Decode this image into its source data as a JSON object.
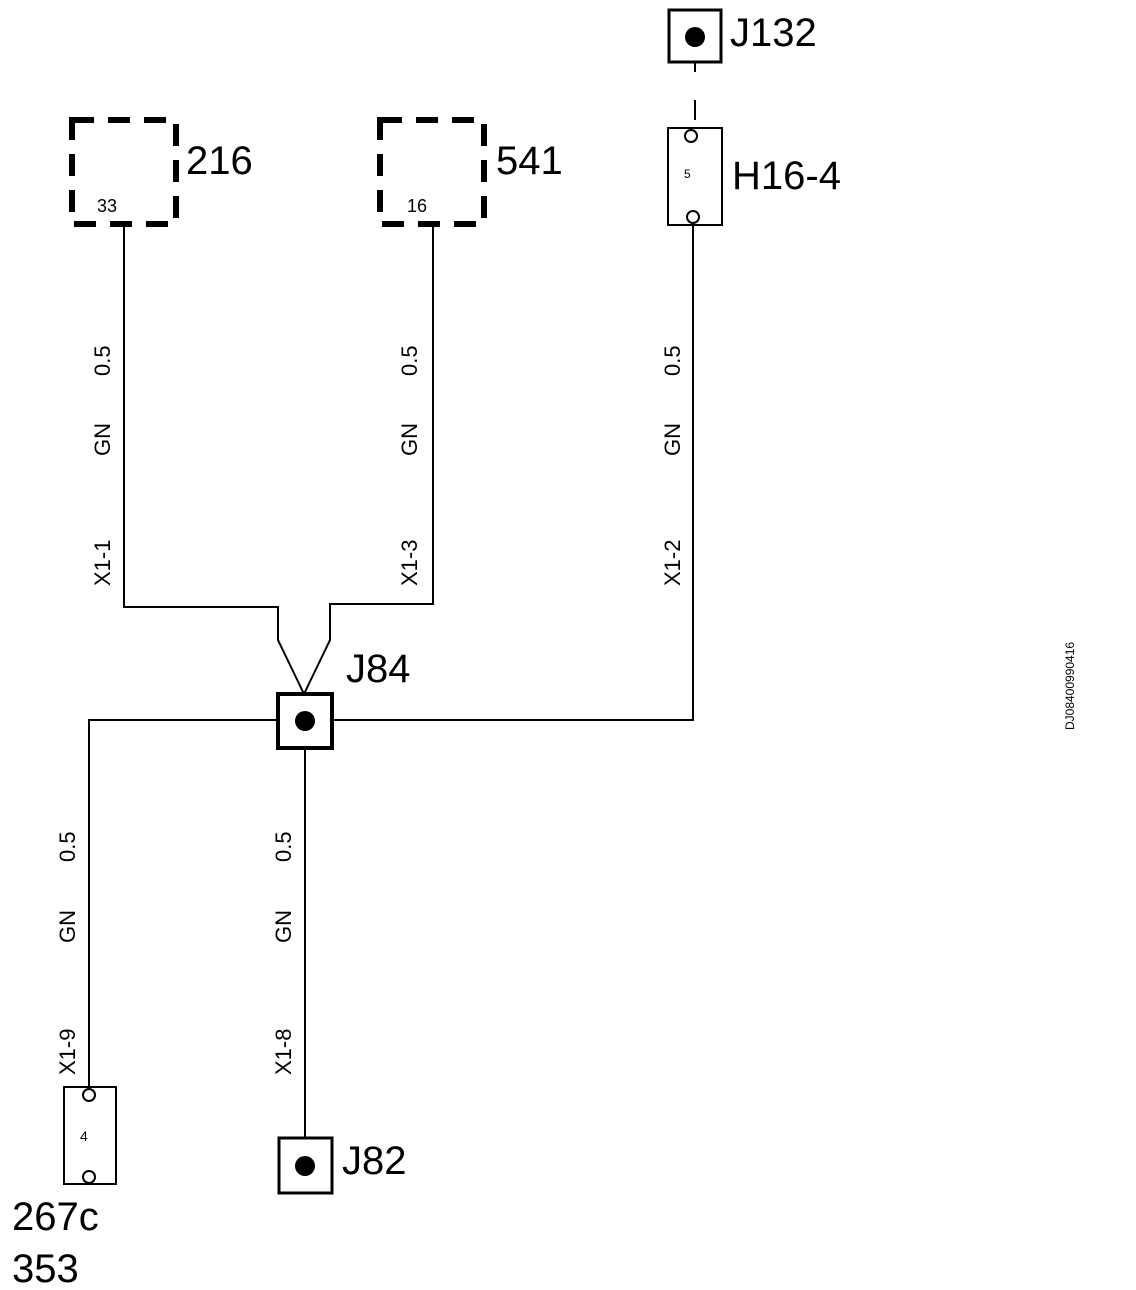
{
  "components": {
    "c216": {
      "id": "216",
      "pin": "33"
    },
    "c541": {
      "id": "541",
      "pin": "16"
    },
    "j132": {
      "id": "J132"
    },
    "h16_4": {
      "id": "H16-4",
      "pin": "5"
    },
    "j84": {
      "id": "J84"
    },
    "j82": {
      "id": "J82"
    },
    "c267c": {
      "id_line1": "267c",
      "id_line2": "353",
      "pin": "4"
    }
  },
  "wires": {
    "w_x1_1": {
      "terminal": "X1-1",
      "color": "GN",
      "size": "0.5"
    },
    "w_x1_3": {
      "terminal": "X1-3",
      "color": "GN",
      "size": "0.5"
    },
    "w_x1_2": {
      "terminal": "X1-2",
      "color": "GN",
      "size": "0.5"
    },
    "w_x1_9": {
      "terminal": "X1-9",
      "color": "GN",
      "size": "0.5"
    },
    "w_x1_8": {
      "terminal": "X1-8",
      "color": "GN",
      "size": "0.5"
    }
  },
  "reference_code": "DJ08400990416"
}
